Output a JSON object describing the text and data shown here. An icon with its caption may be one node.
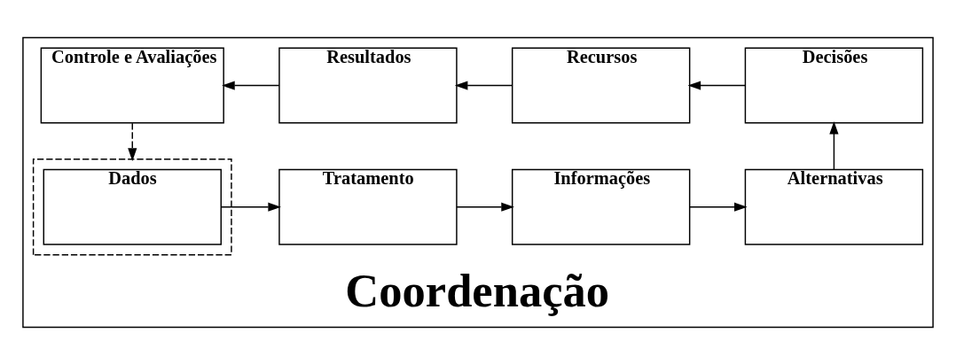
{
  "diagram": {
    "nodes": [
      {
        "text": [
          "Coordenação"
        ]
      },
      {
        "text": [],
        "shape": "box",
        "in": 0
      },
      {
        "text": [
          "Dados"
        ],
        "in": 1
      },
      {
        "text": [
          "Tratamento"
        ],
        "in": 0
      },
      {
        "text": [
          "Informações"
        ],
        "in": 0
      },
      {
        "text": [
          "Alternativas"
        ],
        "in": 0
      },
      {
        "text": [
          "Decisões"
        ],
        "in": 0
      },
      {
        "text": [
          "Recursos"
        ],
        "in": 0
      },
      {
        "text": [
          "Resultados"
        ],
        "in": 0
      },
      {
        "text": [
          "Controle e Avaliações"
        ],
        "in": 0
      }
    ],
    "edges": [
      {
        "from": 2,
        "to": 3,
        "arrow": "to"
      },
      {
        "from": 3,
        "to": 4,
        "arrow": "to"
      },
      {
        "from": 4,
        "to": 5,
        "arrow": "to"
      },
      {
        "from": 5,
        "to": 6,
        "arrow": "to"
      },
      {
        "from": 6,
        "to": 7,
        "arrow": "to"
      },
      {
        "from": 7,
        "to": 8,
        "arrow": "to"
      },
      {
        "from": 8,
        "to": 9,
        "arrow": "to"
      },
      {
        "from": 9,
        "to": 1,
        "arrow": "to",
        "style": "dashed"
      }
    ]
  }
}
